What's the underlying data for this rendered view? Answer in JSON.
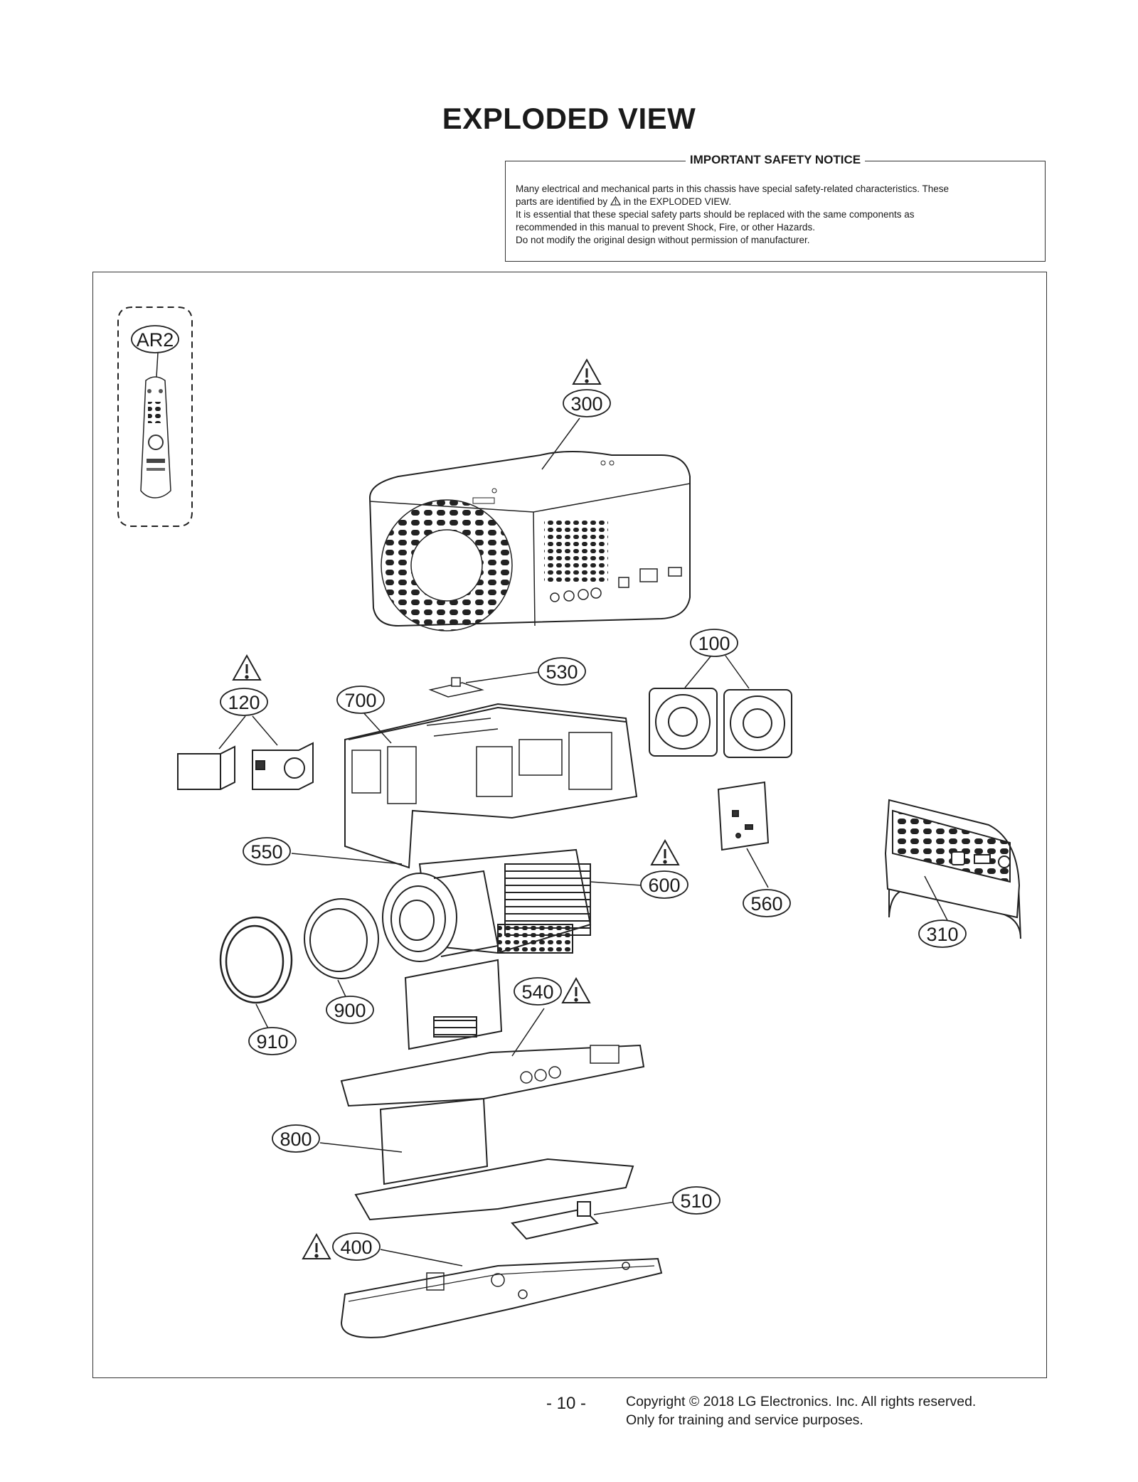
{
  "title": "EXPLODED VIEW",
  "notice": {
    "heading": "IMPORTANT SAFETY NOTICE",
    "line1": "Many electrical and mechanical parts in this chassis have special safety-related characteristics. These",
    "line2a": "parts are identified by",
    "line2b": "in the EXPLODED VIEW.",
    "line3": "It is essential that these special safety parts should be replaced with the same components as",
    "line4": "recommended in this manual to prevent Shock, Fire, or other Hazards.",
    "line5": "Do not modify the original design without permission of manufacturer."
  },
  "callouts": {
    "ar2": "AR2",
    "p300": "300",
    "p100": "100",
    "p530": "530",
    "p120": "120",
    "p700": "700",
    "p550": "550",
    "p600": "600",
    "p560": "560",
    "p310": "310",
    "p540": "540",
    "p900": "900",
    "p910": "910",
    "p800": "800",
    "p510": "510",
    "p400": "400"
  },
  "footer": {
    "page": "- 10 -",
    "copyright": "Copyright  © 2018 LG Electronics. Inc. All rights reserved.",
    "purpose": "Only for training and service purposes."
  }
}
